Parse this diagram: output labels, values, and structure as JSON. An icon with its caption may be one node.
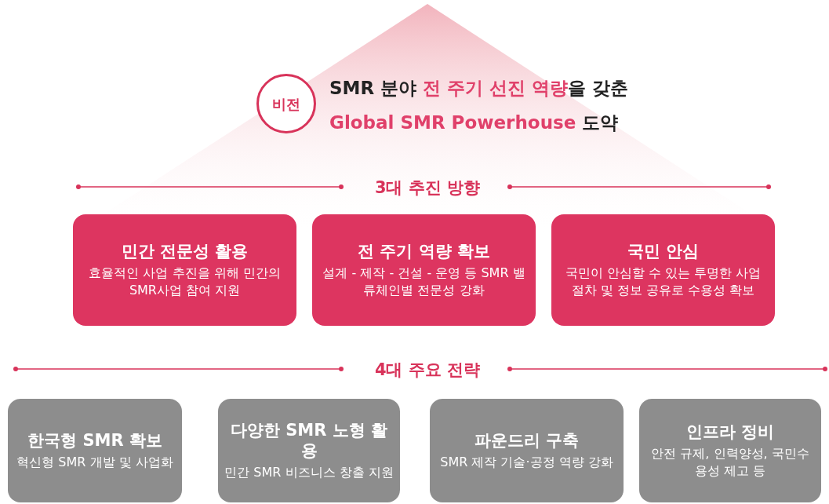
{
  "diagram": {
    "nodes": [
      {
        "text": [
          "비전"
        ]
      },
      {
        "text": [
          "민간 전문성 활용",
          "효율적인 사업 추진을 위해 민간의 SMR사업 참여 지원"
        ]
      },
      {
        "text": [
          "전 주기 역량 확보",
          "설계 - 제작 - 건설 - 운영 등 SMR 밸류체인별 전문성 강화"
        ]
      },
      {
        "text": [
          "국민 안심",
          "국민이 안심할 수 있는 투명한 사업 절차 및 정보 공유로 수용성 확보"
        ]
      },
      {
        "text": [
          "한국형 SMR 확보",
          "혁신형 SMR 개발 및 사업화"
        ]
      },
      {
        "text": [
          "다양한 SMR 노형 활용",
          "민간 SMR 비즈니스 창출 지원"
        ]
      },
      {
        "text": [
          "파운드리 구축",
          "SMR 제작 기술·공정 역량 강화"
        ]
      },
      {
        "text": [
          "인프라 정비",
          "안전 규제, 인력양성, 국민수용성 제고 등"
        ]
      }
    ],
    "labels": [
      "SMR 분야 **전 주기 선진 역량**을 갖춘",
      "**Global SMR Powerhouse** 도약",
      "3대 추진 방향",
      "4대 주요 전략"
    ]
  }
}
